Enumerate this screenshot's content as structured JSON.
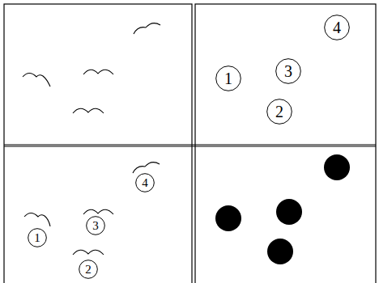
{
  "diagram": {
    "nodes": [
      {
        "text": [
          "4"
        ]
      },
      {
        "text": [
          "3"
        ]
      },
      {
        "text": [
          "1"
        ]
      },
      {
        "text": [
          "2"
        ]
      },
      {
        "text": [
          "4"
        ]
      },
      {
        "text": [
          "3"
        ]
      },
      {
        "text": [
          "1"
        ]
      },
      {
        "text": [
          "2"
        ]
      }
    ]
  }
}
